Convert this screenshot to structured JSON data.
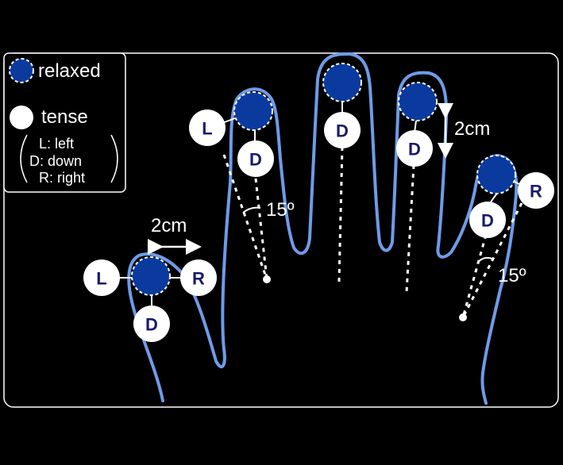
{
  "colors": {
    "background": "#000000",
    "hand_outline": "#6f9be8",
    "relaxed_fill": "#0b3a9e",
    "tense_fill": "#ffffff",
    "key_text": "#1a1a6e",
    "line": "#ffffff"
  },
  "legend": {
    "relaxed_label": "relaxed",
    "tense_label": "tense",
    "left_desc": "L: left",
    "down_desc": "D: down",
    "right_desc": "R: right"
  },
  "keys": {
    "left": "L",
    "down": "D",
    "right": "R"
  },
  "annotations": {
    "thumb_span": "2cm",
    "middle_span": "2cm",
    "index_angle": "15º",
    "pinky_angle": "15º"
  }
}
